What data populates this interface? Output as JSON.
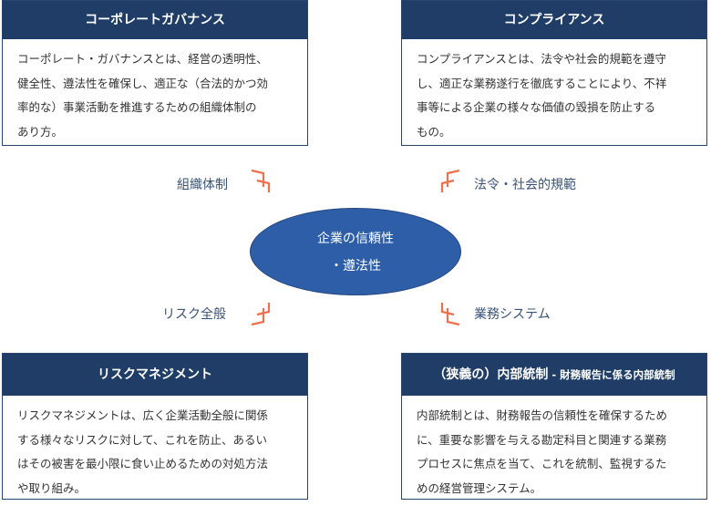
{
  "boxes": {
    "corporate_governance": {
      "title": "コーポレートガバナンス",
      "lines": [
        "コーポレート・ガバナンスとは、経営の透明性、",
        "健全性、遵法性を確保し、適正な（合法的かつ効",
        "率的な）事業活動を推進するための組織体制の",
        "あり方。"
      ]
    },
    "compliance": {
      "title": "コンプライアンス",
      "lines": [
        "コンプライアンスとは、法令や社会的規範を遵守",
        "し、適正な業務遂行を徹底することにより、不祥",
        "事等による企業の様々な価値の毀損を防止する",
        "もの。"
      ]
    },
    "risk_management": {
      "title": "リスクマネジメント",
      "lines": [
        "リスクマネジメントは、広く企業活動全般に関係",
        "する様々なリスクに対して、これを防止、あるい",
        "はその被害を最小限に食い止めるための対処方法",
        "や取り組み。"
      ]
    },
    "internal_control": {
      "title": "（狭義の）内部統制",
      "subtitle": " - 財務報告に係る内部統制",
      "lines": [
        "内部統制とは、財務報告の信頼性を確保するため",
        "に、重要な影響を与える勘定科目と関連する業務",
        "プロセスに焦点を当て、これを統制、監視するた",
        "めの経営管理システム。"
      ]
    }
  },
  "labels": {
    "top_left": "組織体制",
    "top_right": "法令・社会的規範",
    "bottom_left": "リスク全般",
    "bottom_right": "業務システム"
  },
  "center": {
    "line1": "企業の信頼性",
    "line2": "・遵法性"
  },
  "colors": {
    "header": "#1f3d66",
    "ellipse": "#2e5ea8",
    "arrow": "#f0704e"
  }
}
